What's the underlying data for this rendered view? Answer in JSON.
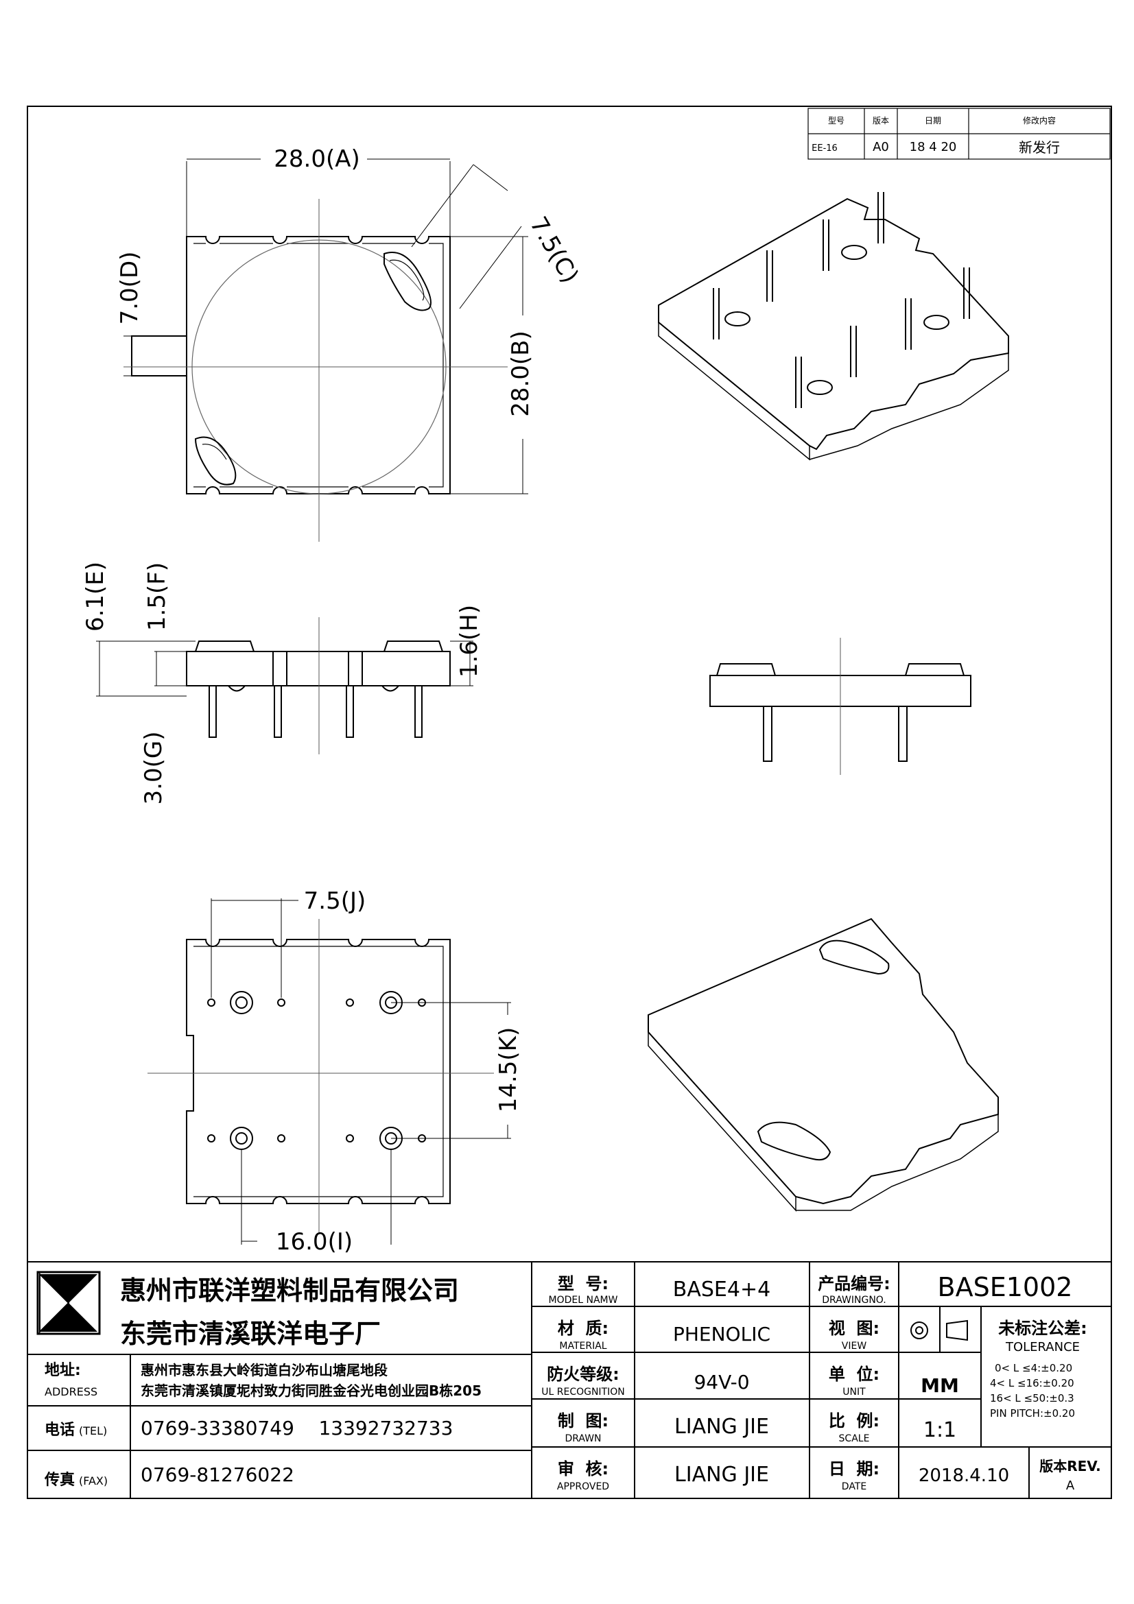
{
  "revision_table": {
    "headers": [
      "型号",
      "版本",
      "日期",
      "修改内容"
    ],
    "row": [
      "EE-16",
      "A0",
      "18 4 20",
      "新发行"
    ]
  },
  "dimensions": {
    "A": "28.0(A)",
    "B": "28.0(B)",
    "C": "7.5(C)",
    "D": "7.0(D)",
    "E": "6.1(E)",
    "F": "1.5(F)",
    "G": "3.0(G)",
    "H": "1.6(H)",
    "J": "7.5(J)",
    "K": "14.5(K)",
    "I": "16.0(I)"
  },
  "title_block": {
    "company_cn": "惠州市联洋塑料制品有限公司",
    "factory_cn": "东莞市清溪联洋电子厂",
    "address_label_cn": "地址:",
    "address_label_en": "ADDRESS",
    "address_line1": "惠州市惠东县大岭街道白沙布山塘尾地段",
    "address_line2": "东莞市清溪镇厦坭村致力街同胜金谷光电创业园B栋205",
    "tel_label_cn": "电话",
    "tel_label_en": "(TEL)",
    "tel_value": "0769-33380749    13392732733",
    "fax_label_cn": "传真",
    "fax_label_en": "(FAX)",
    "fax_value": "0769-81276022",
    "model_label_cn": "型  号:",
    "model_label_en": "MODEL NAMW",
    "model_value": "BASE4+4",
    "material_label_cn": "材  质:",
    "material_label_en": "MATERIAL",
    "material_value": "PHENOLIC",
    "ul_label_cn": "防火等级:",
    "ul_label_en": "UL RECOGNITION",
    "ul_value": "94V-0",
    "drawn_label_cn": "制  图:",
    "drawn_label_en": "DRAWN",
    "drawn_value": "LIANG JIE",
    "approved_label_cn": "审  核:",
    "approved_label_en": "APPROVED",
    "approved_value": "LIANG JIE",
    "drawing_no_label_cn": "产品编号:",
    "drawing_no_label_en": "DRAWINGNO.",
    "drawing_no_value": "BASE1002",
    "view_label_cn": "视  图:",
    "view_label_en": "VIEW",
    "unit_label_cn": "单  位:",
    "unit_label_en": "UNIT",
    "unit_value": "MM",
    "scale_label_cn": "比  例:",
    "scale_label_en": "SCALE",
    "scale_value": "1:1",
    "date_label_cn": "日  期:",
    "date_label_en": "DATE",
    "date_value": "2018.4.10",
    "rev_label": "版本REV.",
    "rev_value": "A",
    "tolerance_label_cn": "未标注公差:",
    "tolerance_label_en": "TOLERANCE",
    "tol_1": "0< L ≤4:±0.20",
    "tol_2": "4< L ≤16:±0.20",
    "tol_3": "16< L ≤50:±0.3",
    "tol_4": "PIN PITCH:±0.20"
  },
  "icons": {
    "logo": "hourglass-logo-icon",
    "projection": "first-angle-projection-icon"
  }
}
